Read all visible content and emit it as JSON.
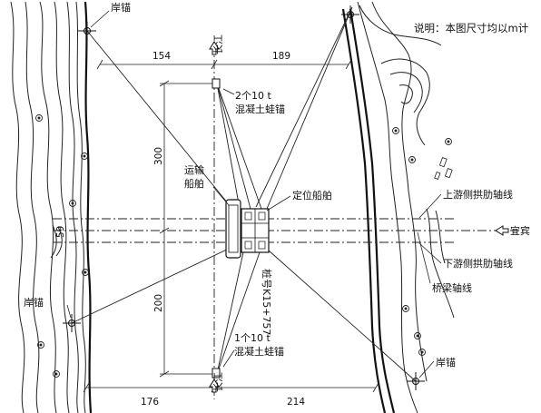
{
  "note": "说明：本图尺寸均以m计",
  "labels": {
    "shore_anchor": "岸锚",
    "upper_anchor_qty": "2个10 t",
    "upper_anchor_type": "混凝土蛙锚",
    "lower_anchor_qty": "1个10 t",
    "lower_anchor_type": "混凝土蛙锚",
    "transport_ship_1": "运输",
    "transport_ship_2": "船舶",
    "positioning_ship": "定位船舶",
    "upstream_arch_axis": "上游侧拱肋轴线",
    "downstream_arch_axis": "下游侧拱肋轴线",
    "bridge_axis": "桥梁轴线",
    "station": "桩号K15+757",
    "yangtze_top": "长江",
    "yangtze_bottom": "长江",
    "yibin": "宜宾",
    "left_mark": "59"
  },
  "dimensions": {
    "top_left": "154",
    "top_right": "189",
    "left_upper": "300",
    "left_lower": "200",
    "bottom_left": "176",
    "bottom_right": "214"
  },
  "icons": {
    "anchor_marker": "crosshair-anchor-icon",
    "flow_arrow": "hollow-arrow-icon",
    "survey_point": "circle-dot-icon"
  }
}
